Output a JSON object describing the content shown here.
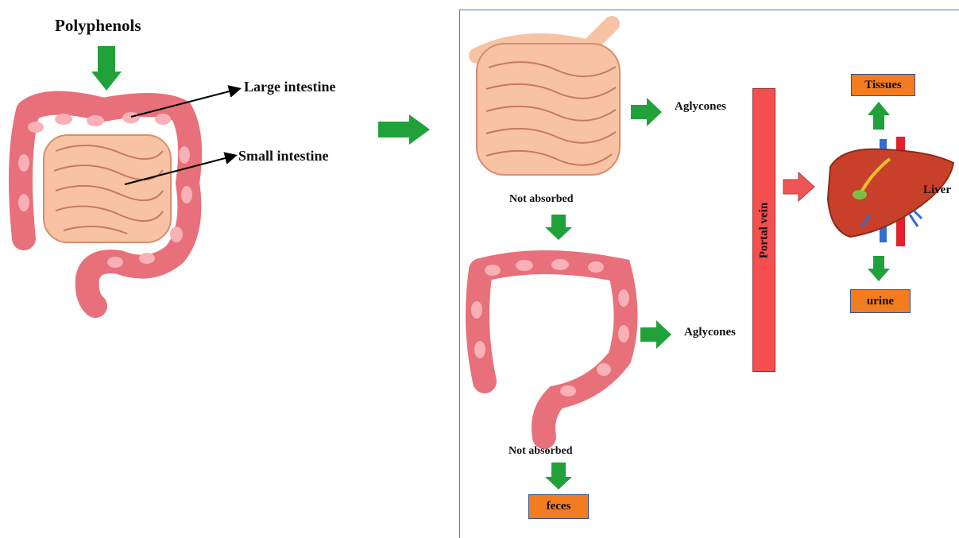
{
  "labels": {
    "polyphenols": "Polyphenols",
    "large_intestine": "Large intestine",
    "small_intestine": "Small intestine",
    "aglycones_top": "Aglycones",
    "aglycones_bottom": "Aglycones",
    "not_absorbed_top": "Not absorbed",
    "not_absorbed_bottom": "Not absorbed",
    "portal_vein": "Portal vein",
    "liver": "Liver",
    "tissues": "Tissues",
    "urine": "urine",
    "feces": "feces"
  },
  "colors": {
    "green_arrow": "#21a13a",
    "red_arrow": "#f05555",
    "portal_vein": "#f54e4e",
    "output_box": "#f47c20",
    "colon": "#f07f87",
    "small_intestine": "#f7c3a4",
    "liver": "#c9402a",
    "panel_border": "#4a78c0"
  }
}
